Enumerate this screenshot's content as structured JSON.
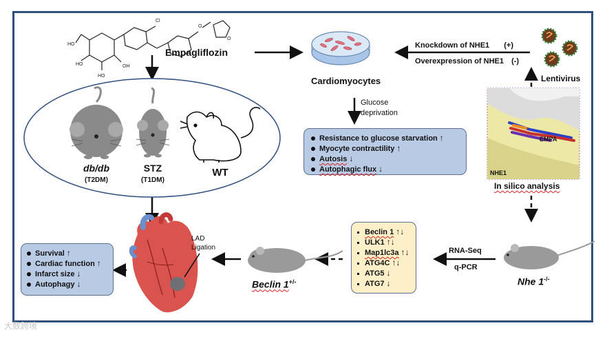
{
  "drug": {
    "name": "Empagliflozin",
    "chem_labels": [
      "Cl",
      "HO",
      "HO",
      "HO",
      "OH",
      "O",
      "O"
    ]
  },
  "cells": {
    "label": "Cardiomyocytes",
    "stimulus": [
      "Glucose",
      "deprivation"
    ]
  },
  "lentivirus": {
    "label": "Lentivirus",
    "knockdown": "Knockdown of NHE1",
    "knockdown_sign": "(+)",
    "overexpression": "Overexpression of NHE1",
    "overexpression_sign": "(-)"
  },
  "cell_effects": [
    {
      "text": "Resistance to glucose starvation",
      "arrow": "↑"
    },
    {
      "text": "Myocyte contractility",
      "arrow": "↑"
    },
    {
      "text": "Autosis",
      "arrow": "↓"
    },
    {
      "text": "Autophagic flux",
      "arrow": "↓"
    }
  ],
  "insilico": {
    "label": "In silico analysis",
    "ligand": "EMPA",
    "protein": "NHE1"
  },
  "models": [
    {
      "name": "db/db",
      "sub": "(T2DM)"
    },
    {
      "name": "STZ",
      "sub": "(T1DM)"
    },
    {
      "name": "WT",
      "sub": ""
    }
  ],
  "heart": {
    "procedure": [
      "LAD",
      "Ligation"
    ]
  },
  "outcomes": [
    {
      "text": "Survival",
      "arrow": "↑"
    },
    {
      "text": "Cardiac function",
      "arrow": "↑"
    },
    {
      "text": "Infarct size",
      "arrow": "↓"
    },
    {
      "text": "Autophagy",
      "arrow": "↓"
    }
  ],
  "genes": [
    {
      "text": "Beclin 1",
      "arrow": "↑↓"
    },
    {
      "text": "ULK1",
      "arrow": "↑↓"
    },
    {
      "text": "Map1lc3a",
      "arrow": "↑↓"
    },
    {
      "text": "ATG4C",
      "arrow": "↑↓"
    },
    {
      "text": "ATG5",
      "arrow": "↓"
    },
    {
      "text": "ATG7",
      "arrow": "↓"
    }
  ],
  "methods": [
    "RNA-Seq",
    "q-PCR"
  ],
  "knockouts": {
    "beclin": "Beclin 1",
    "beclin_sup": "+/-",
    "nhe": "Nhe 1",
    "nhe_sup": "-/-"
  },
  "watermark": "大数跨境",
  "colors": {
    "frame": "#2f4f7f",
    "blue_box": "#b9cbe4",
    "yellow_box": "#fdf0c9",
    "mouse": "#8a8a8a",
    "heart": "#d9534f",
    "protein_surface": "#e8e6a0"
  }
}
